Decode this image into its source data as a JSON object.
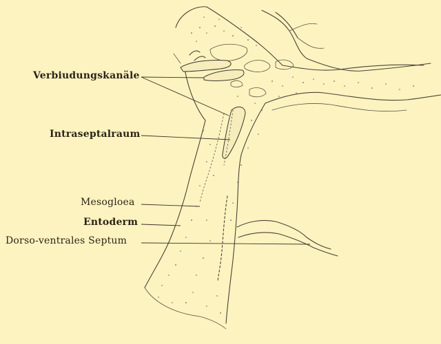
{
  "labels": {
    "verbindungskanaele": "Verbiudungskanäle",
    "intraseptalraum": "Intraseptalraum",
    "mesogloea": "Mesogloea",
    "entoderm": "Entoderm",
    "septum": "Dorso-ventrales Septum"
  },
  "colors": {
    "background": "#fdf3c0",
    "ink": "#3a3228"
  }
}
